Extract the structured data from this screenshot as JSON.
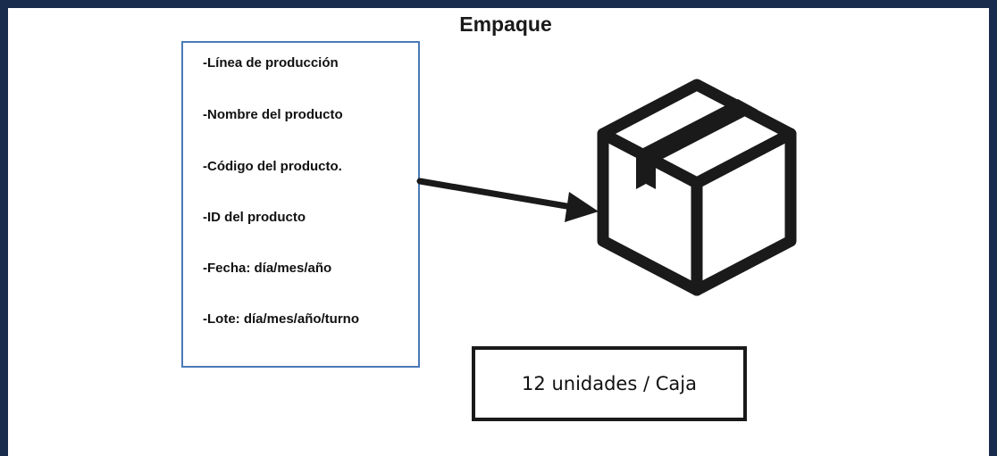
{
  "title": "Empaque",
  "info_items": [
    "-Línea de producción",
    "-Nombre del producto",
    "-Código del producto.",
    "-ID del producto",
    "-Fecha: día/mes/año",
    "-Lote: día/mes/año/turno"
  ],
  "units_label": "12 unidades / Caja",
  "icons": {
    "arrow": "arrow-right-icon",
    "box": "package-box-icon"
  },
  "colors": {
    "frame": "#1a2c4e",
    "info_border": "#4a7ab8",
    "ink": "#1a1a1a"
  }
}
